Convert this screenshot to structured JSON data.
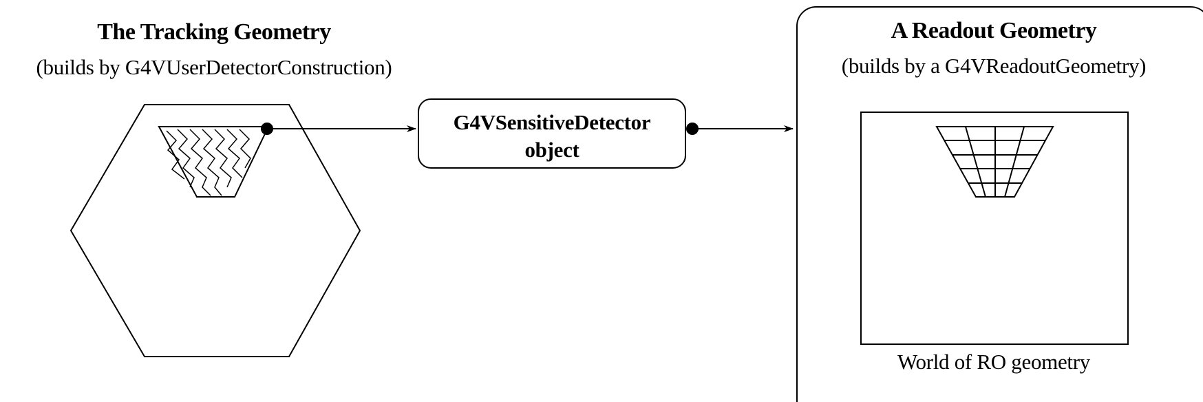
{
  "tracking_geometry": {
    "title": "The Tracking Geometry",
    "subtitle": "(builds by G4VUserDetectorConstruction)"
  },
  "sensitive_detector": {
    "line1": "G4VSensitiveDetector",
    "line2": "object"
  },
  "readout_geometry": {
    "title": "A Readout Geometry",
    "subtitle": "(builds by a G4VReadoutGeometry)",
    "world_caption": "World of RO geometry"
  },
  "colors": {
    "stroke": "#000000",
    "background": "#ffffff"
  }
}
